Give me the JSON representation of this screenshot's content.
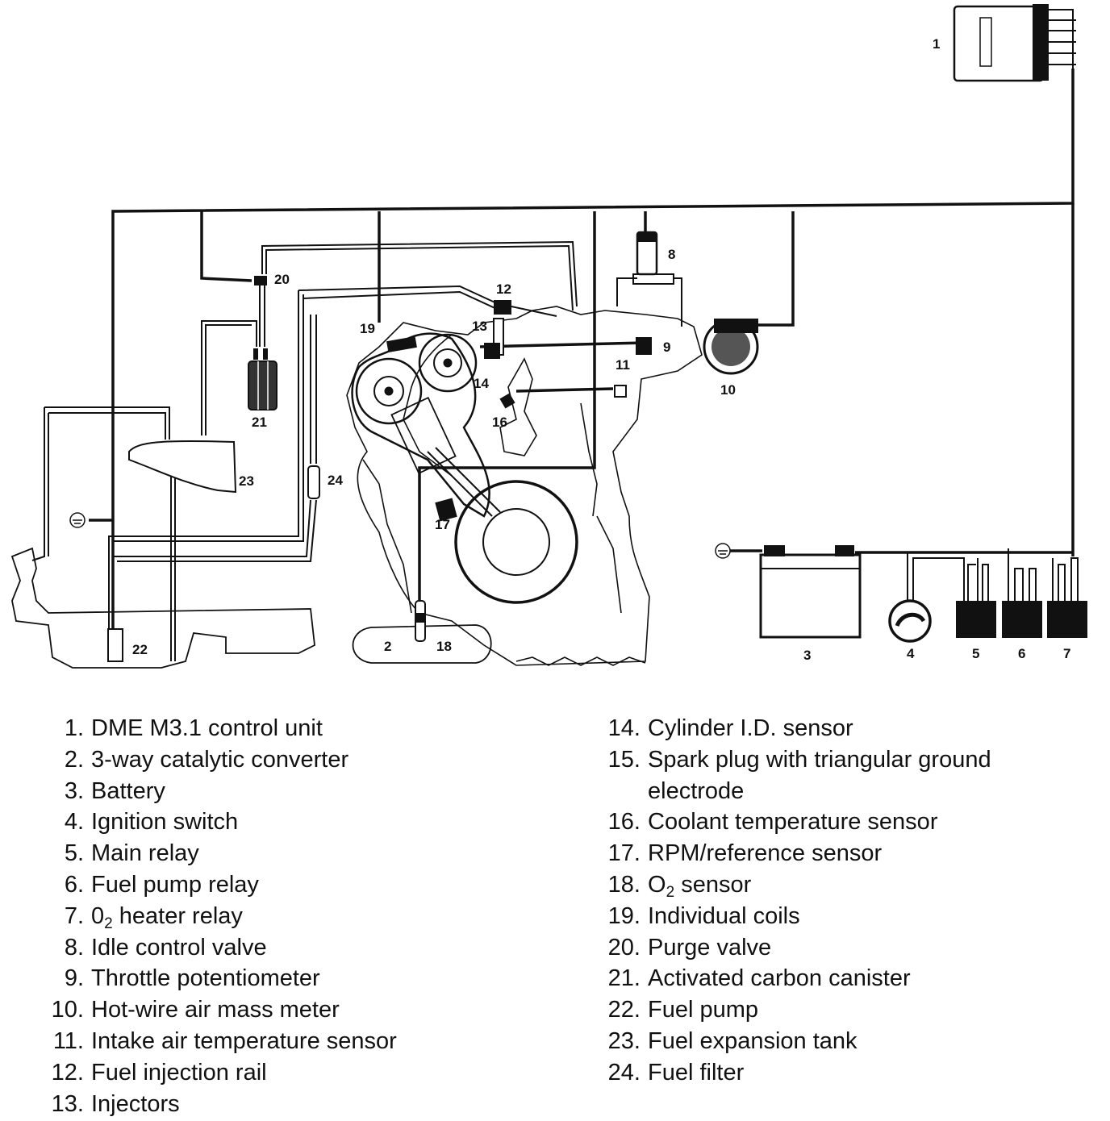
{
  "diagram_labels": {
    "c1": "1",
    "c2": "2",
    "c3": "3",
    "c4": "4",
    "c5": "5",
    "c6": "6",
    "c7": "7",
    "c8": "8",
    "c9": "9",
    "c10": "10",
    "c11": "11",
    "c12": "12",
    "c13": "13",
    "c14": "14",
    "c16": "16",
    "c17": "17",
    "c18": "18",
    "c19": "19",
    "c20": "20",
    "c21": "21",
    "c22": "22",
    "c23": "23",
    "c24": "24"
  },
  "legend_left": [
    {
      "num": "1.",
      "text": "DME M3.1 control unit"
    },
    {
      "num": "2.",
      "text": "3-way catalytic converter"
    },
    {
      "num": "3.",
      "text": "Battery"
    },
    {
      "num": "4.",
      "text": "Ignition switch"
    },
    {
      "num": "5.",
      "text": "Main relay"
    },
    {
      "num": "6.",
      "text": "Fuel pump relay"
    },
    {
      "num": "7.",
      "text_pre": "0",
      "text_sub": "2",
      "text_post": " heater relay"
    },
    {
      "num": "8.",
      "text": "Idle control valve"
    },
    {
      "num": "9.",
      "text": "Throttle potentiometer"
    },
    {
      "num": "10.",
      "text": "Hot-wire air mass meter"
    },
    {
      "num": "11.",
      "text": "Intake air temperature sensor"
    },
    {
      "num": "12.",
      "text": "Fuel injection rail"
    },
    {
      "num": "13.",
      "text": "Injectors"
    }
  ],
  "legend_right": [
    {
      "num": "14.",
      "text": "Cylinder I.D. sensor"
    },
    {
      "num": "15.",
      "text": "Spark plug with triangular ground",
      "continuation": "electrode"
    },
    {
      "num": "16.",
      "text": "Coolant temperature sensor"
    },
    {
      "num": "17.",
      "text": "RPM/reference sensor"
    },
    {
      "num": "18.",
      "text_pre": "O",
      "text_sub": "2",
      "text_post": " sensor"
    },
    {
      "num": "19.",
      "text": "Individual coils"
    },
    {
      "num": "20.",
      "text": "Purge valve"
    },
    {
      "num": "21.",
      "text": "Activated carbon canister"
    },
    {
      "num": "22.",
      "text": "Fuel pump"
    },
    {
      "num": "23.",
      "text": "Fuel expansion tank"
    },
    {
      "num": "24.",
      "text": "Fuel filter"
    }
  ]
}
